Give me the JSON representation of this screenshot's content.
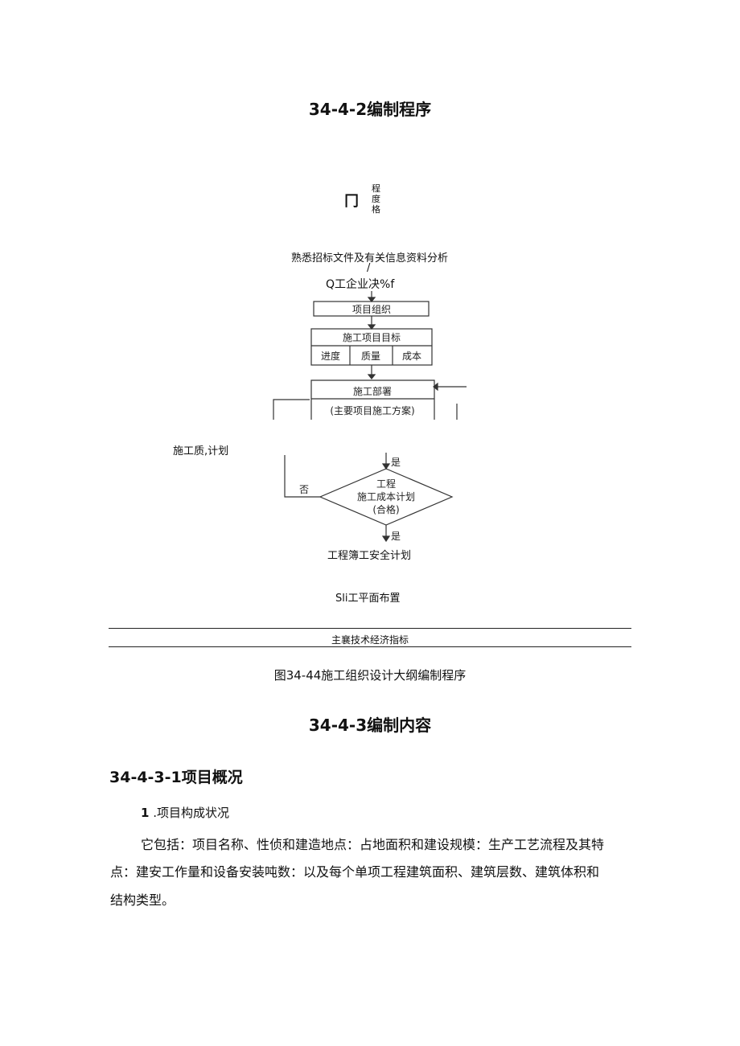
{
  "section_title": "34-4-2编制程序",
  "top_mark": "冂",
  "top_vertical": [
    "程",
    "度",
    "格"
  ],
  "flow": {
    "step_analyze": "熟悉招标文件及有关信息资料分析",
    "slash": "/",
    "step_decision": "Q工企业决%f",
    "box_org": "项目组织",
    "box_goal": "施工项目目标",
    "goal_parts": [
      "进度",
      "质量",
      "成本"
    ],
    "box_deploy": "施工部署",
    "box_plan": "(主要项目施工方案)",
    "quality_plan": "施工质,计划",
    "yes_top": "是",
    "no_label": "否",
    "diamond": [
      "工程",
      "施工成本计划",
      "(合格)"
    ],
    "yes_bottom": "是",
    "safety_plan": "工程簿工安全计划",
    "site_layout": "Sli工平面布置",
    "indicators": "主襄技术经济指标"
  },
  "figure_caption": "图34-44施工组织设计大纲编制程序",
  "content_title": "34-4-3编制内容",
  "sub_title": "34-4-3-1项目概况",
  "item_number": "1",
  "item_label": ".项目构成状况",
  "paragraph": [
    "它包括：项目名称、性侦和建造地点：占地面积和建设规模：生产工艺流程及其特",
    "点：建安工作量和设备安装吨数：以及每个单项工程建筑面积、建筑层数、建筑体积和",
    "结构类型。"
  ]
}
